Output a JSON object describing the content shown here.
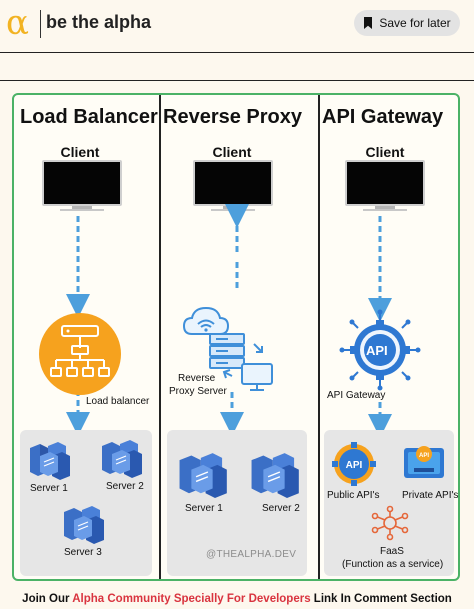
{
  "header": {
    "logo_symbol": "α",
    "brand": "be the alpha",
    "save_label": "Save for later"
  },
  "columns": [
    {
      "title": "Load Balancer",
      "client_label": "Client",
      "middle_label": "Load balancer",
      "servers": [
        "Server 1",
        "Server 2",
        "Server 3"
      ]
    },
    {
      "title": "Reverse Proxy",
      "client_label": "Client",
      "middle_label_line1": "Reverse",
      "middle_label_line2": "Proxy Server",
      "servers": [
        "Server 1",
        "Server 2"
      ]
    },
    {
      "title": "API Gateway",
      "client_label": "Client",
      "middle_label": "API Gateway",
      "api_text": "API",
      "services": [
        "Public API's",
        "Private API's"
      ],
      "faas_line1": "FaaS",
      "faas_line2": "(Function as a service)"
    }
  ],
  "watermark": "@THEALPHA.DEV",
  "footer": {
    "part1": "Join Our ",
    "highlight": "Alpha Community Specially For Developers",
    "part2": " Link In Comment Section"
  },
  "colors": {
    "frame_border": "#4bb266",
    "arrow_blue": "#4d9fdc",
    "balancer_orange": "#f6a21e",
    "server_blue": "#3b6fc6",
    "api_blue": "#2e78d2",
    "footer_highlight": "#d9343f"
  }
}
